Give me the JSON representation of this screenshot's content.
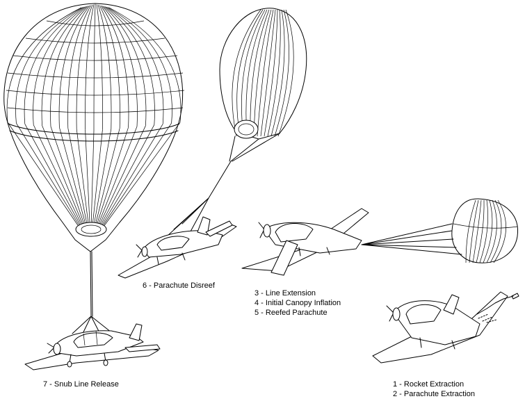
{
  "stages": {
    "s7": "7 - Snub Line Release",
    "s6": "6 - Parachute Disreef",
    "s3": "3 - Line Extension",
    "s4": "4 - Initial Canopy Inflation",
    "s5": "5 - Reefed Parachute",
    "s1": "1 - Rocket Extraction",
    "s2": "2 - Parachute Extraction"
  },
  "colors": {
    "ink": "#000000",
    "background": "#ffffff"
  }
}
